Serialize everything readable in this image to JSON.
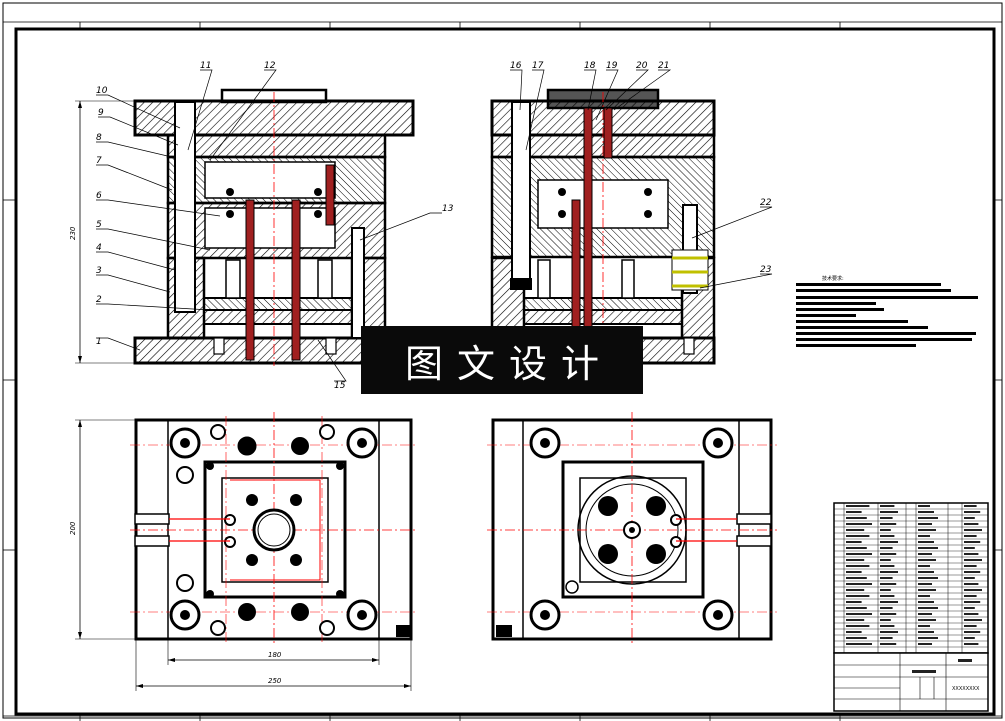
{
  "watermark": "图文设计",
  "tech_requirements_title": "技术要求:",
  "callouts": [
    "1",
    "2",
    "3",
    "4",
    "5",
    "6",
    "7",
    "8",
    "9",
    "10",
    "11",
    "12",
    "13",
    "15",
    "16",
    "17",
    "18",
    "19",
    "20",
    "21",
    "22",
    "23"
  ],
  "dimensions": {
    "front_height": "230",
    "plan_height": "200",
    "plan_inner_width": "180",
    "plan_total_width": "250"
  },
  "title_block": {
    "drawing_no": "XXXXXXXX"
  },
  "colors": {
    "outline": "#000000",
    "centerline": "#ff0000",
    "hatch": "#000000",
    "pin": "#ff0000"
  }
}
